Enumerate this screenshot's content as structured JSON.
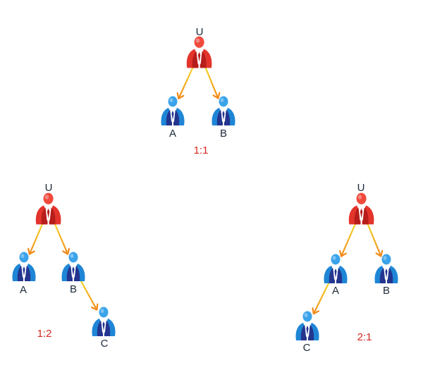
{
  "colors": {
    "root_body": "#e3342c",
    "root_dark": "#b71d1a",
    "root_head": "#f04a3c",
    "child_body": "#1f86d6",
    "child_dark": "#24358f",
    "child_head": "#3aa3ea",
    "arrow_start": "#f4d92a",
    "arrow_end": "#f28a1a",
    "ratio_text": "#d6281e",
    "label_text": "#1b2a3a"
  },
  "icons": {
    "root": "person-icon-red",
    "child": "person-icon-blue"
  },
  "diagrams": [
    {
      "id": "top",
      "ratio": "1:1",
      "nodes": [
        {
          "id": "U",
          "label": "U",
          "role": "root"
        },
        {
          "id": "A",
          "label": "A",
          "role": "child"
        },
        {
          "id": "B",
          "label": "B",
          "role": "child"
        }
      ],
      "edges": [
        {
          "from": "U",
          "to": "A"
        },
        {
          "from": "U",
          "to": "B"
        }
      ]
    },
    {
      "id": "left",
      "ratio": "1:2",
      "nodes": [
        {
          "id": "U",
          "label": "U",
          "role": "root"
        },
        {
          "id": "A",
          "label": "A",
          "role": "child"
        },
        {
          "id": "B",
          "label": "B",
          "role": "child"
        },
        {
          "id": "C",
          "label": "C",
          "role": "child"
        }
      ],
      "edges": [
        {
          "from": "U",
          "to": "A"
        },
        {
          "from": "U",
          "to": "B"
        },
        {
          "from": "B",
          "to": "C"
        }
      ]
    },
    {
      "id": "right",
      "ratio": "2:1",
      "nodes": [
        {
          "id": "U",
          "label": "U",
          "role": "root"
        },
        {
          "id": "A",
          "label": "A",
          "role": "child"
        },
        {
          "id": "B",
          "label": "B",
          "role": "child"
        },
        {
          "id": "C",
          "label": "C",
          "role": "child"
        }
      ],
      "edges": [
        {
          "from": "U",
          "to": "A"
        },
        {
          "from": "U",
          "to": "B"
        },
        {
          "from": "A",
          "to": "C"
        }
      ]
    }
  ]
}
